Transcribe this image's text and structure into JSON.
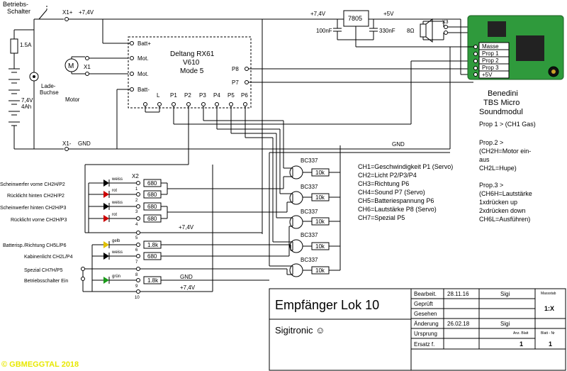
{
  "power": {
    "switch_label": [
      "Betriebs-",
      "Schalter"
    ],
    "x1_plus": "X1+",
    "v74": "+7,4V",
    "fuse": "1.5A",
    "charge_socket": [
      "Lade-",
      "Buchse"
    ],
    "battery": [
      "7,4V",
      "4Ah"
    ],
    "x1_minus": "X1-",
    "gnd": "GND"
  },
  "motor": {
    "symbol": "M",
    "connector": "X1",
    "label": "Motor"
  },
  "receiver": {
    "title": [
      "Deltang RX61",
      "V610",
      "Mode 5"
    ],
    "left_pins": [
      "Batt+",
      "Mot.",
      "Mot.",
      "Batt-"
    ],
    "bottom_pins": [
      "L",
      "P1",
      "P2",
      "P3",
      "P4",
      "P5",
      "P6"
    ],
    "right_pins": [
      "P8",
      "P7"
    ]
  },
  "regulator": {
    "name": "7805",
    "vin": "+7,4V",
    "vout": "+5V",
    "cap_in": "100nF",
    "cap_out": "330nF"
  },
  "speaker": {
    "impedance": "8Ω",
    "connector": "X3"
  },
  "soundmodule": {
    "pins": [
      "Masse",
      "Prop 1",
      "Prop 2",
      "Prop 3",
      "+5V"
    ],
    "title": [
      "Benedini",
      "TBS Micro",
      "Soundmodul"
    ]
  },
  "sound_notes": [
    "Prop 1 > (CH1 Gas)",
    "",
    "Prop.2 >",
    "(CH2H=Motor ein-",
    "aus",
    "CH2L=Hupe)",
    "",
    "Prop.3 >",
    "(CH6H=Lautstärke",
    "1xdrücken up",
    "2xdrücken down",
    "CH6L=Ausführen)"
  ],
  "channels": [
    "CH1=Geschwindigkeit P1 (Servo)",
    "CH2=Licht P2/P3/P4",
    "CH3=Richtung P6",
    "CH4=Sound P7 (Servo)",
    "CH5=Batteriespannung P6",
    "CH6=Lautstärke P8 (Servo)",
    "CH7=Spezial P5"
  ],
  "transistors": {
    "type": "BC337",
    "resistor": "10k"
  },
  "outputs": [
    {
      "label": "Scheinwerfer vorne CH2H/P2",
      "color": "weiss",
      "resistor": "680",
      "pin": "1"
    },
    {
      "label": "Rücklicht hinten CH2H/P2",
      "color": "rot",
      "resistor": "680",
      "pin": "2"
    },
    {
      "label": "Scheinwerfer hinten CH2H/P3",
      "color": "weiss",
      "resistor": "680",
      "pin": "3"
    },
    {
      "label": "Rücklicht vorne CH2H/P3",
      "color": "rot",
      "resistor": "680",
      "pin": "4"
    },
    {
      "label": "Batterisp./Richtung CH5L/P6",
      "color": "gelb",
      "resistor": "1.8k",
      "pin": "6"
    },
    {
      "label": "Kabinenlicht CH2L/P4",
      "color": "weiss",
      "resistor": "680",
      "pin": "7"
    },
    {
      "label": "Spezial CH7H/P5",
      "color": "",
      "resistor": "",
      "pin": "8"
    },
    {
      "label": "Betriebsschalter Ein",
      "color": "grün",
      "resistor": "1.8k",
      "pin": "9"
    }
  ],
  "x2": {
    "label": "X2",
    "pin5": "5",
    "pin10": "10",
    "v74": "+7,4V",
    "gnd": "GND"
  },
  "titleblock": {
    "title": "Empfänger Lok 10",
    "company": "Sigitronic ☺",
    "rows": [
      {
        "label": "Bearbeit.",
        "date": "28.11.16",
        "name": "Sigi"
      },
      {
        "label": "Geprüft",
        "date": "",
        "name": ""
      },
      {
        "label": "Gesehen",
        "date": "",
        "name": ""
      },
      {
        "label": "Änderung",
        "date": "26.02.18",
        "name": "Sigi"
      },
      {
        "label": "Ursprung",
        "date": "",
        "name": ""
      },
      {
        "label": "Ersatz f.",
        "date": "",
        "name": ""
      }
    ],
    "scale_label": "Massstab",
    "scale": "1:X",
    "sheet_label": "Anz. Blatt",
    "sheet": "1",
    "sheetno_label": "Blatt - Nr",
    "sheetno": "1"
  },
  "copyright": "© GBMEGGTAL 2018"
}
